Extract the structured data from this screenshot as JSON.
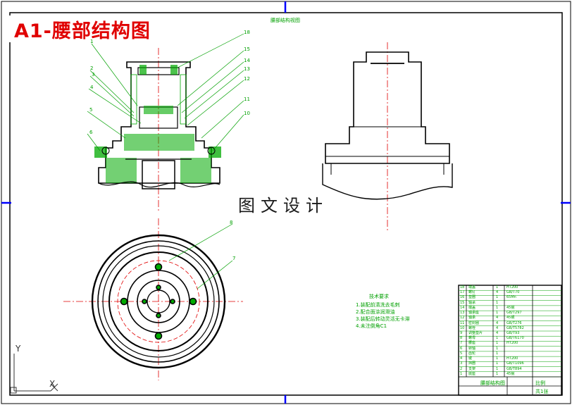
{
  "title": "A1-腰部结构图",
  "watermark": "图文设计",
  "top_note": "腰部结构视图",
  "part_labels": [
    "1",
    "2",
    "3",
    "4",
    "5",
    "6",
    "18",
    "15",
    "14",
    "13",
    "12",
    "11",
    "10",
    "8",
    "7"
  ],
  "tech_requirements": {
    "heading": "技术要求",
    "lines": [
      "1.装配前清洗去毛刺",
      "2.配合面涂润滑油",
      "3.装配后转动灵活无卡滞",
      "4.未注倒角C1"
    ]
  },
  "bom_rows": [
    {
      "no": "18",
      "name": "端盖",
      "qty": "1",
      "material": "HT200"
    },
    {
      "no": "17",
      "name": "螺钉",
      "qty": "4",
      "material": "GB/T70"
    },
    {
      "no": "16",
      "name": "垫圈",
      "qty": "1",
      "material": "65Mn"
    },
    {
      "no": "15",
      "name": "轴承",
      "qty": "1",
      "material": ""
    },
    {
      "no": "14",
      "name": "端盖",
      "qty": "1",
      "material": "45钢"
    },
    {
      "no": "13",
      "name": "轴承座",
      "qty": "1",
      "material": "GB/T297"
    },
    {
      "no": "12",
      "name": "轴承",
      "qty": "4",
      "material": "45钢"
    },
    {
      "no": "11",
      "name": "密封圈",
      "qty": "4",
      "material": "GB/T276"
    },
    {
      "no": "10",
      "name": "螺栓",
      "qty": "4",
      "material": "GB/T5782"
    },
    {
      "no": "9",
      "name": "调整垫片",
      "qty": "4",
      "material": "GB/T93"
    },
    {
      "no": "8",
      "name": "螺母",
      "qty": "1",
      "material": "GB/T6170"
    },
    {
      "no": "7",
      "name": "腰座",
      "qty": "1",
      "material": "HT200"
    },
    {
      "no": "6",
      "name": "转轴",
      "qty": "1",
      "material": ""
    },
    {
      "no": "5",
      "name": "齿轮",
      "qty": "1",
      "material": ""
    },
    {
      "no": "4",
      "name": "键",
      "qty": "1",
      "material": "HT200"
    },
    {
      "no": "3",
      "name": "挡圈",
      "qty": "1",
      "material": "GB/T1096"
    },
    {
      "no": "2",
      "name": "支架",
      "qty": "1",
      "material": "GB/T894"
    },
    {
      "no": "1",
      "name": "底座",
      "qty": "1",
      "material": "45钢"
    }
  ],
  "title_block": {
    "drawing_name": "腰部结构图",
    "scale_label": "比例",
    "sheet_label": "共1张"
  },
  "axis_y": "Y",
  "axis_x": "X",
  "colors": {
    "frame": "#000000",
    "accent": "#0000ff",
    "center": "#e00000",
    "leader": "#00a000",
    "hatch": "#00aa00",
    "title": "#e00000"
  }
}
